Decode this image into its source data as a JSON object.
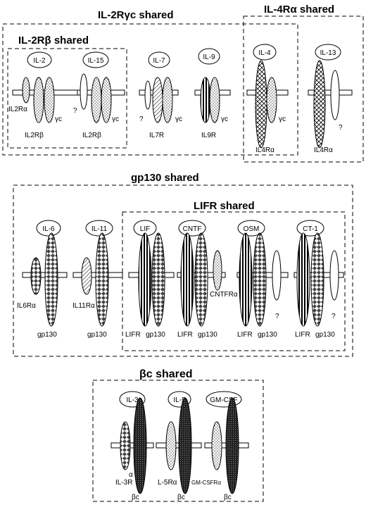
{
  "groups": {
    "il2rgc": "IL-2Rγc shared",
    "il4ra": "IL-4Rα shared",
    "il2rb": "IL-2Rβ  shared",
    "gp130": "gp130 shared",
    "lifr": "LIFR shared",
    "bc": "βc shared"
  },
  "cytokines": {
    "il2": "IL-2",
    "il15": "IL-15",
    "il7": "IL-7",
    "il9": "IL-9",
    "il4": "IL-4",
    "il13": "IL-13",
    "il6": "IL-6",
    "il11": "IL-11",
    "lif": "LIF",
    "cntf": "CNTF",
    "osm": "OSM",
    "ct1": "CT-1",
    "il3": "IL-3",
    "il5": "IL-5",
    "gmcsf": "GM-CSF"
  },
  "labels": {
    "il2ra": "IL2Rα",
    "gc": "γc",
    "q": "?",
    "il2rb": "IL2Rβ",
    "il7r": "IL7R",
    "il9r": "IL9R",
    "il4ra": "IL4Rα",
    "il6ra": "IL6Rα",
    "il11ra": "IL11Rα",
    "gp130": "gp130",
    "lifr": "LIFR",
    "cntfra": "CNTFRα",
    "il3r": "IL-3R",
    "alpha": "α",
    "il5ra": "L-5Rα",
    "gmcsfra": "GM-CSFRα",
    "bc": "βc"
  }
}
